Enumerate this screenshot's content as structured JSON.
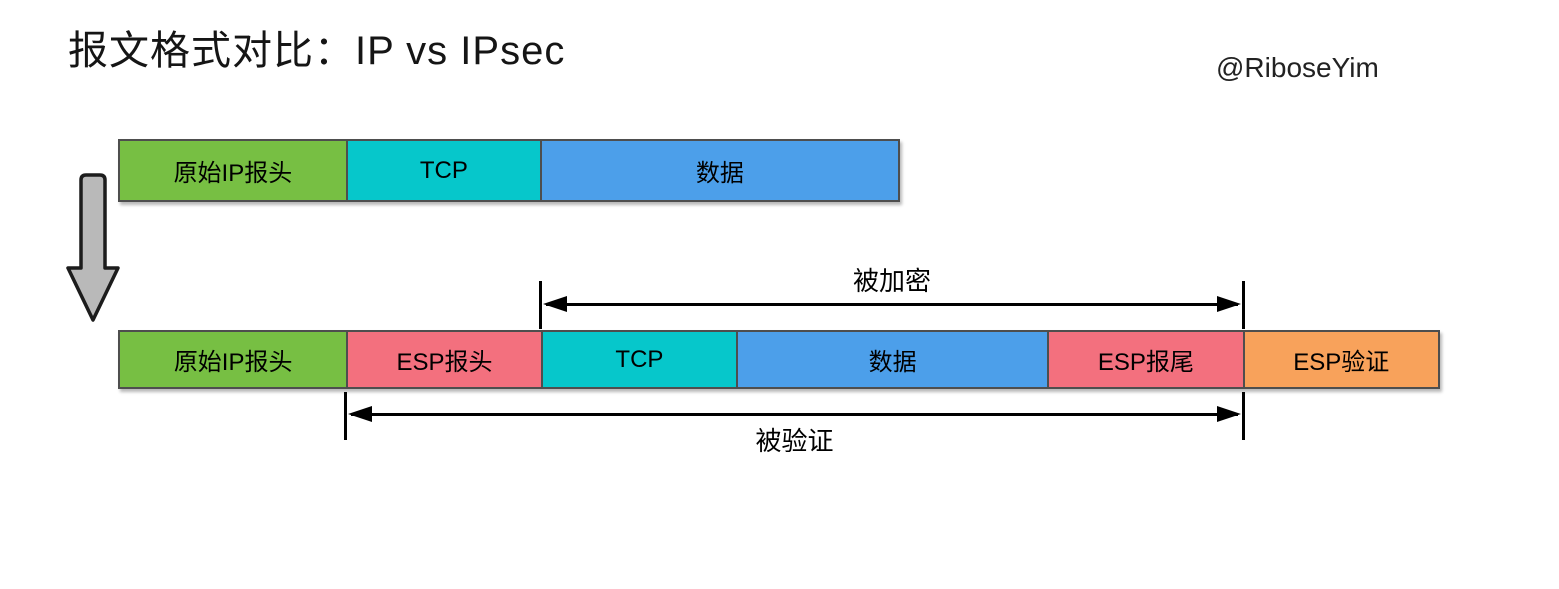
{
  "title": "报文格式对比：IP vs IPsec",
  "credit": "@RiboseYim",
  "ip_packet": {
    "segments": [
      {
        "label": "原始IP报头",
        "color": "#77BF43"
      },
      {
        "label": "TCP",
        "color": "#06C7CB"
      },
      {
        "label": "数据",
        "color": "#4C9FEA"
      }
    ]
  },
  "ipsec_packet": {
    "segments": [
      {
        "label": "原始IP报头",
        "color": "#77BF43"
      },
      {
        "label": "ESP报头",
        "color": "#F3707E"
      },
      {
        "label": "TCP",
        "color": "#06C7CB"
      },
      {
        "label": "数据",
        "color": "#4C9FEA"
      },
      {
        "label": "ESP报尾",
        "color": "#F3707E"
      },
      {
        "label": "ESP验证",
        "color": "#F8A25B"
      }
    ]
  },
  "annotations": {
    "encrypted_label": "被加密",
    "authenticated_label": "被验证"
  },
  "transform_arrow": {
    "fill_color": "#B9B9B9",
    "stroke_color": "#1C1C1C"
  }
}
